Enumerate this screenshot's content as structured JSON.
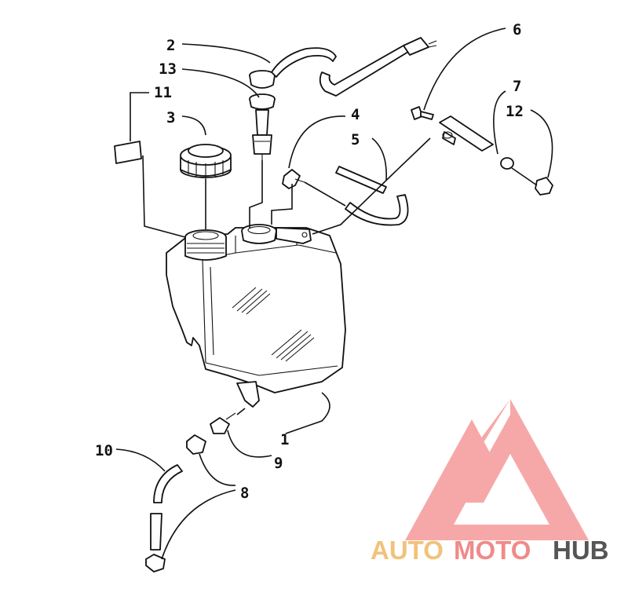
{
  "callouts": [
    "1",
    "2",
    "3",
    "4",
    "5",
    "6",
    "7",
    "8",
    "9",
    "10",
    "11",
    "12",
    "13"
  ],
  "watermark": {
    "part1": "AUTO",
    "part2": "MOTO",
    "part3": "HUB",
    "color1": "#f2c27a",
    "color2": "#f08a8a",
    "color3": "#555555",
    "triangle_color": "#f59a9a"
  }
}
